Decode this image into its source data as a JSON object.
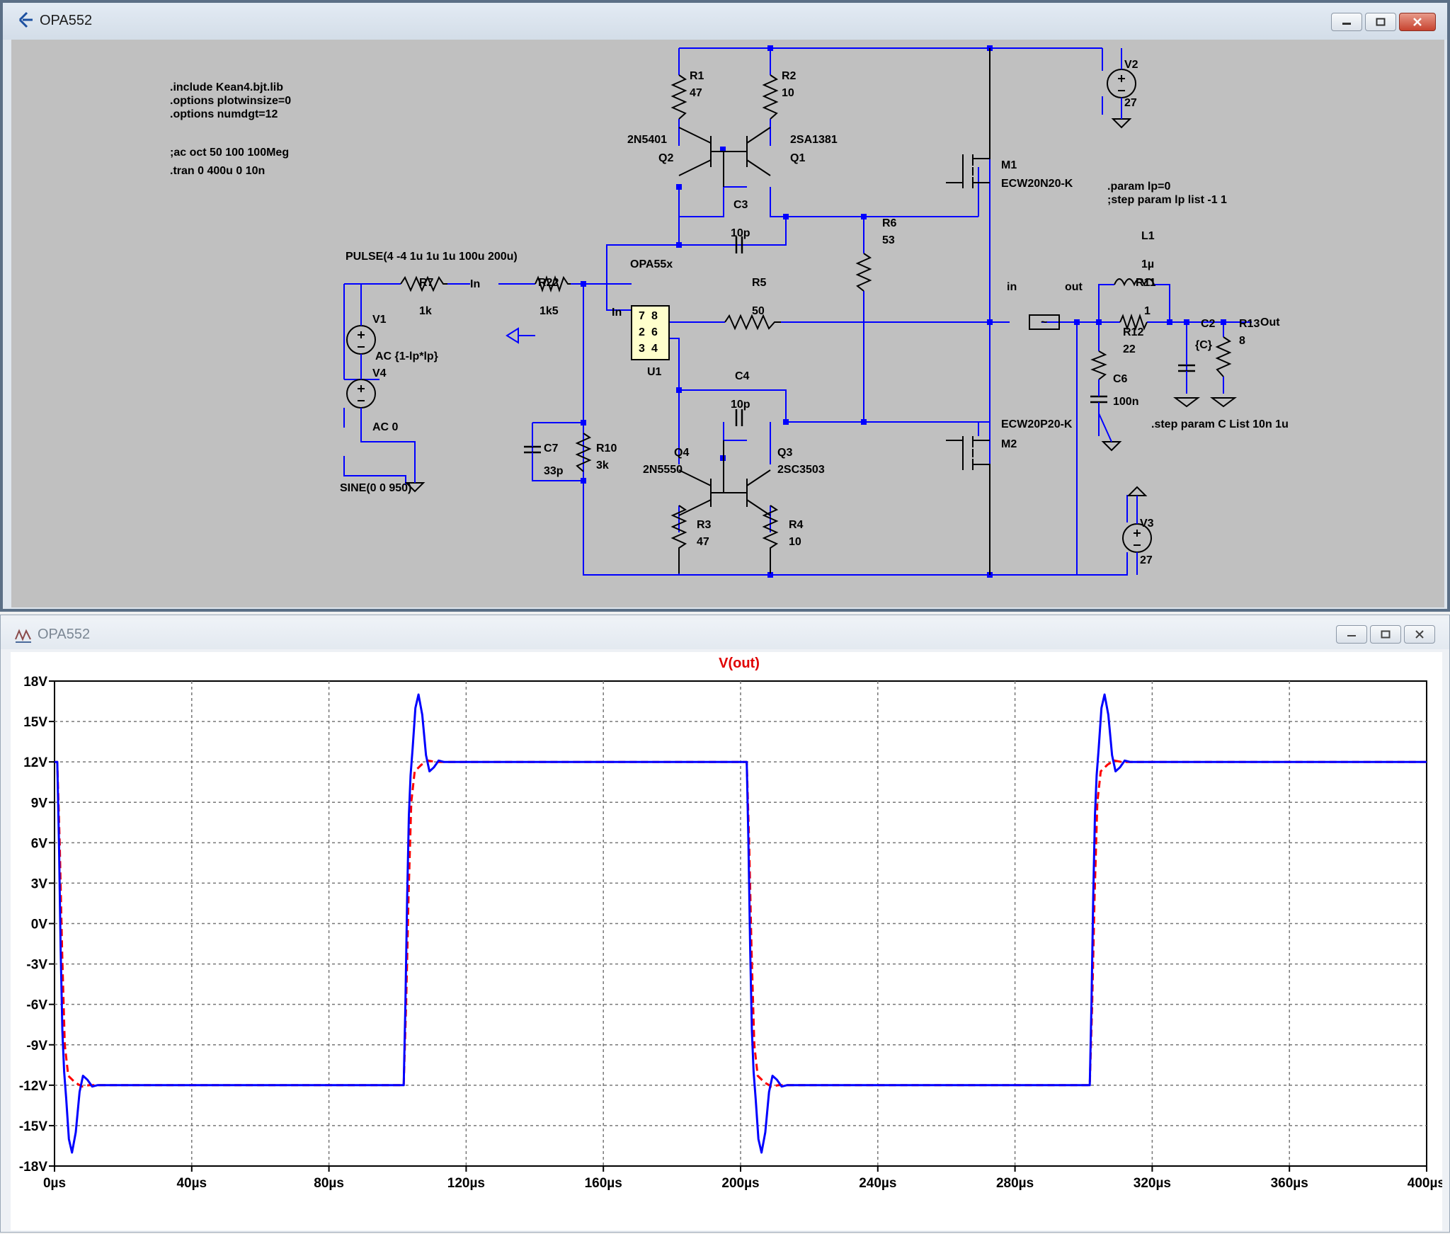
{
  "schematic_window": {
    "title": "OPA552",
    "directives": [
      ".include Kean4.bjt.lib",
      ".options plotwinsize=0",
      ".options numdgt=12",
      ";ac oct 50 100 100Meg",
      ".tran 0 400u 0 10n",
      ".param lp=0",
      ";step param lp list -1 1",
      ".step param C List 10n 1u"
    ],
    "sources": {
      "pulse": "PULSE(4 -4 1u 1u 1u 100u 200u)",
      "sine": "SINE(0 0 950)",
      "v1_name": "V1",
      "v1_ac": "AC {1-lp*lp}",
      "v4_name": "V4",
      "v4_ac": "AC 0",
      "v2_name": "V2",
      "v2_value": "27",
      "v3_name": "V3",
      "v3_value": "27"
    },
    "components": {
      "r1": "R1",
      "r1_val": "47",
      "r2": "R2",
      "r2_val": "10",
      "r3": "R3",
      "r3_val": "47",
      "r4": "R4",
      "r4_val": "10",
      "r5": "R5",
      "r5_val": "50",
      "r6": "R6",
      "r6_val": "53",
      "r7": "R7",
      "r7_val": "1k",
      "r10": "R10",
      "r10_val": "3k",
      "r11": "R11",
      "r11_val": "1",
      "r12": "R12",
      "r12_val": "22",
      "r13": "R13",
      "r13_val": "8",
      "r22": "R22",
      "r22_val": "1k5",
      "c2": "C2",
      "c2_val": "{C}",
      "c3": "C3",
      "c3_val": "10p",
      "c4": "C4",
      "c4_val": "10p",
      "c6": "C6",
      "c6_val": "100n",
      "c7": "C7",
      "c7_val": "33p",
      "l1": "L1",
      "l1_val": "1µ",
      "q1": "Q1",
      "q1_model": "2SA1381",
      "q2": "Q2",
      "q2_model": "2N5401",
      "q3": "Q3",
      "q3_model": "2SC3503",
      "q4": "Q4",
      "q4_model": "2N5550",
      "m1": "M1",
      "m1_model": "ECW20N20-K",
      "m2": "M2",
      "m2_model": "ECW20P20-K",
      "u1": "U1",
      "u1_model": "OPA55x",
      "u1_pins": [
        "7",
        "8",
        "2",
        "6",
        "3",
        "4"
      ]
    },
    "net_labels": {
      "in_left": "In",
      "in_u1": "In",
      "in_tline": "in",
      "out_tline": "out",
      "out_right": "Out",
      "tline_symbol": "~"
    }
  },
  "plot_window": {
    "title": "OPA552"
  },
  "chart_data": {
    "type": "line",
    "title": "V(out)",
    "xlabel": "",
    "ylabel": "",
    "xlim": [
      0,
      400
    ],
    "ylim": [
      -18,
      18
    ],
    "x_ticks": [
      "0µs",
      "40µs",
      "80µs",
      "120µs",
      "160µs",
      "200µs",
      "240µs",
      "280µs",
      "320µs",
      "360µs",
      "400µs"
    ],
    "y_ticks": [
      "18V",
      "15V",
      "12V",
      "9V",
      "6V",
      "3V",
      "0V",
      "-3V",
      "-6V",
      "-9V",
      "-12V",
      "-15V",
      "-18V"
    ],
    "grid": true,
    "series": [
      {
        "color": "#ff0000",
        "x": [
          0,
          0.8,
          1.5,
          2.2,
          3,
          4,
          6,
          8,
          10,
          12,
          101,
          101.8,
          102.5,
          103.2,
          104,
          105,
          107,
          109,
          111,
          113,
          201,
          201.8,
          202.5,
          203.2,
          204,
          205,
          207,
          209,
          211,
          213,
          301,
          301.8,
          302.5,
          303.2,
          304,
          305,
          307,
          309,
          311,
          313,
          400
        ],
        "y": [
          12,
          12,
          6,
          -2,
          -9,
          -11.3,
          -11.8,
          -12.1,
          -12,
          -12,
          -12,
          -12,
          -6,
          2,
          9,
          11.3,
          11.8,
          12.1,
          12,
          12,
          12,
          12,
          6,
          -2,
          -9,
          -11.3,
          -11.8,
          -12.1,
          -12,
          -12,
          -12,
          -12,
          -6,
          2,
          9,
          11.3,
          11.8,
          12.1,
          12,
          12,
          12
        ]
      },
      {
        "color": "#0000ff",
        "x": [
          0,
          0.8,
          1.3,
          1.8,
          2.3,
          2.8,
          3.4,
          4.2,
          5.1,
          6.2,
          7.3,
          8.3,
          9.6,
          11,
          12.5,
          101,
          101.8,
          102.3,
          102.8,
          103.3,
          103.8,
          104.4,
          105.2,
          106.1,
          107.2,
          108.3,
          109.3,
          110.6,
          112,
          113.5,
          201,
          201.8,
          202.3,
          202.8,
          203.3,
          203.8,
          204.4,
          205.2,
          206.1,
          207.2,
          208.3,
          209.3,
          210.6,
          212,
          213.5,
          301,
          301.8,
          302.3,
          302.8,
          303.3,
          303.8,
          304.4,
          305.2,
          306.1,
          307.2,
          308.3,
          309.3,
          310.6,
          312,
          313.5,
          400
        ],
        "y": [
          12,
          12,
          6,
          -2,
          -8,
          -11,
          -13,
          -16,
          -17,
          -15.5,
          -12.5,
          -11.3,
          -11.6,
          -12.1,
          -12,
          -12,
          -12,
          -6,
          2,
          8,
          11,
          13,
          16,
          17,
          15.5,
          12.5,
          11.3,
          11.6,
          12.1,
          12,
          12,
          12,
          6,
          -2,
          -8,
          -11,
          -13,
          -16,
          -17,
          -15.5,
          -12.5,
          -11.3,
          -11.6,
          -12.1,
          -12,
          -12,
          -12,
          -6,
          2,
          8,
          11,
          13,
          16,
          17,
          15.5,
          12.5,
          11.3,
          11.6,
          12.1,
          12,
          12
        ]
      }
    ]
  }
}
